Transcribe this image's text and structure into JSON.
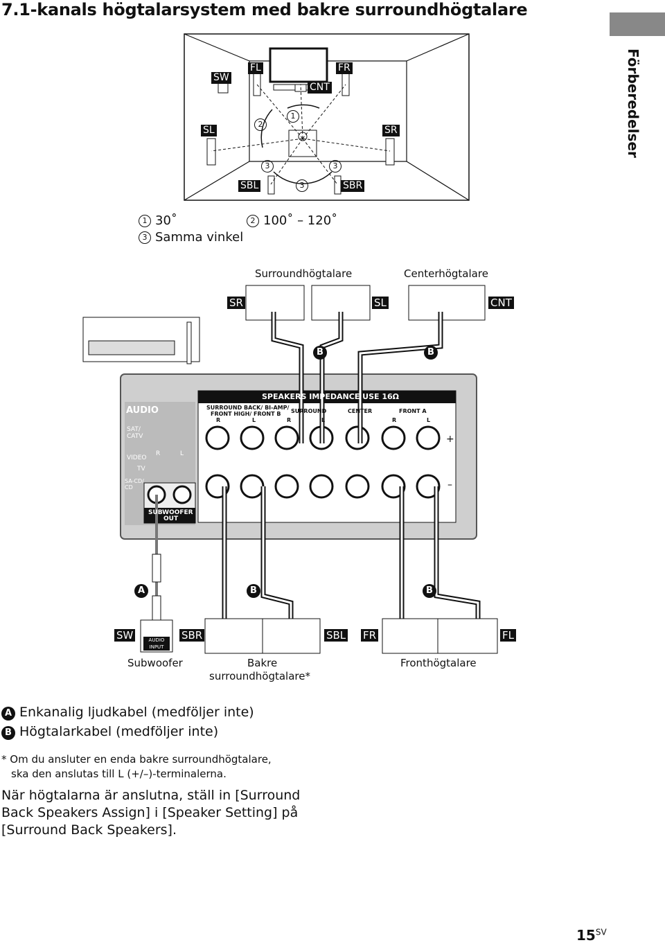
{
  "title": "7.1-kanals högtalarsystem med bakre surroundhögtalare",
  "section_tab": "Förberedelser",
  "room": {
    "labels": {
      "sw": "SW",
      "fl": "FL",
      "fr": "FR",
      "cnt": "CNT",
      "sl": "SL",
      "sr": "SR",
      "sbl": "SBL",
      "sbr": "SBR"
    },
    "angle_markers": {
      "one": "1",
      "two": "2",
      "three": "3"
    }
  },
  "legend": {
    "item1_num": "1",
    "item1_text": "30˚",
    "item2_num": "2",
    "item2_text": "100˚ – 120˚",
    "item3_num": "3",
    "item3_text": "Samma vinkel"
  },
  "wiring": {
    "caption_surround": "Surroundhögtalare",
    "caption_center": "Centerhögtalare",
    "tags_top": {
      "sr": "SR",
      "sl": "SL",
      "cnt": "CNT"
    },
    "tags_bottom": {
      "sw": "SW",
      "sbr": "SBR",
      "sbl": "SBL",
      "fr": "FR",
      "fl": "FL"
    },
    "cable_a": "A",
    "cable_b": "B",
    "panel": {
      "speakers_heading": "SPEAKERS  IMPEDANCE USE  16Ω",
      "audio": "AUDIO",
      "sat_catv": "SAT/ CATV",
      "video": "VIDEO",
      "tv": "TV",
      "sa_cd": "SA-CD/ CD",
      "r": "R",
      "l": "L",
      "subwoofer_out_1": "SUBWOOFER",
      "subwoofer_out_2": "OUT",
      "group1_1": "SURROUND BACK/ BI-AMP/",
      "group1_2": "FRONT HIGH/ FRONT B",
      "group2": "SURROUND",
      "group3": "CENTER",
      "group4": "FRONT A",
      "plus": "+",
      "minus": "–"
    },
    "audio_input_1": "AUDIO",
    "audio_input_2": "INPUT",
    "caption_subwoofer": "Subwoofer",
    "caption_back_1": "Bakre",
    "caption_back_2": "surroundhögtalare*",
    "caption_front": "Fronthögtalare"
  },
  "legend_cables": {
    "a_badge": "A",
    "a_text": "Enkanalig ljudkabel (medföljer inte)",
    "b_badge": "B",
    "b_text": "Högtalarkabel (medföljer inte)"
  },
  "note": {
    "line1": "*  Om du ansluter en enda bakre surroundhögtalare,",
    "line2": "ska den anslutas till L (+/–)-terminalerna."
  },
  "instruction": {
    "line1": "När högtalarna är anslutna, ställ in [Surround",
    "line2": "Back Speakers Assign] i [Speaker Setting] på",
    "line3": "[Surround Back Speakers]."
  },
  "page": {
    "number": "15",
    "suffix": "SV"
  }
}
